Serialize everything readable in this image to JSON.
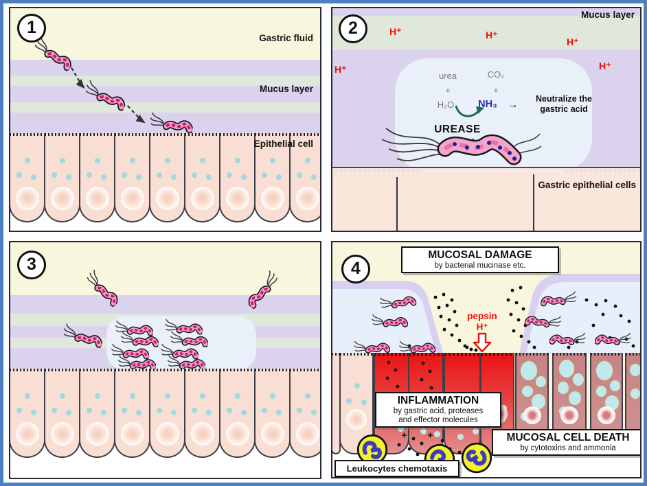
{
  "colors": {
    "frame": "#4b7fc0",
    "cream": "#f8f7dd",
    "lavender": "#dbd2ee",
    "stripe": "#e0e8db",
    "bubble": "#e9f0fa",
    "peach": "#f9dfd3",
    "peach2": "#fbe6dc",
    "cell_outline": "#3e3e49",
    "h_red": "#e8100c",
    "nh3_blue": "#2230a8",
    "urease_arrow": "#1c6b63",
    "bact_pink": "#f29ec6",
    "bact_magenta": "#cf1670",
    "red_cell": "#ec1313",
    "vac_cell": "#cf9494",
    "vacuole": "#c2e9e9",
    "leuko_yellow": "#f3f22b",
    "leuko_nucleus": "#3c3cc0",
    "toxin_dot": "#0d0d0d",
    "text": "#111111"
  },
  "panels": [
    {
      "number": "1",
      "labels": {
        "gastric_fluid": "Gastric fluid",
        "mucus_layer": "Mucus layer",
        "epithelial_cell": "Epithelial cell"
      }
    },
    {
      "number": "2",
      "h_plus": "H⁺",
      "labels": {
        "mucus_layer": "Mucus layer",
        "gastric_epithelial_cells": "Gastric epithelial cells"
      },
      "reaction": {
        "urea": "urea",
        "plus_a": "+",
        "h2o": "H₂O",
        "co2": "CO₂",
        "plus_b": "+",
        "nh3": "NH₃",
        "arrow": "→",
        "enzyme": "UREASE",
        "neutralize_1": "Neutralize the",
        "neutralize_2": "gastric acid"
      }
    },
    {
      "number": "3"
    },
    {
      "number": "4",
      "pepsin": "pepsin",
      "h_plus": "H⁺",
      "boxes": {
        "damage_title": "MUCOSAL DAMAGE",
        "damage_sub": "by bacterial mucinase etc.",
        "inflammation_title": "INFLAMMATION",
        "inflammation_sub1": "by gastric acid, proteases",
        "inflammation_sub2": "and effector molecules",
        "death_title": "MUCOSAL CELL DEATH",
        "death_sub": "by cytotoxins and ammonia",
        "leukocytes": "Leukocytes chemotaxis"
      }
    }
  ]
}
